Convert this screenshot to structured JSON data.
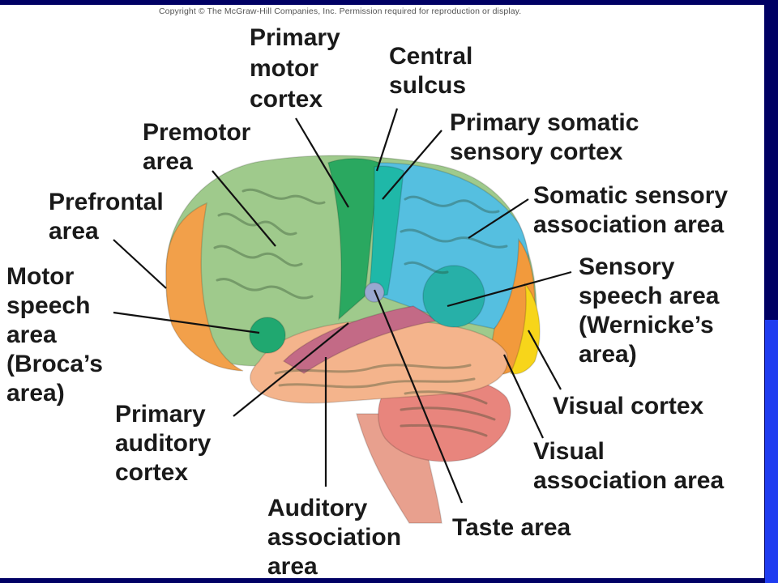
{
  "copyright": "Copyright © The McGraw-Hill Companies, Inc. Permission required for reproduction or display.",
  "labels": {
    "primary_motor_cortex": [
      "Primary",
      "motor",
      "cortex"
    ],
    "central_sulcus": [
      "Central",
      "sulcus"
    ],
    "premotor_area": [
      "Premotor",
      "area"
    ],
    "primary_somatic_sensory_cortex": [
      "Primary somatic",
      "sensory cortex"
    ],
    "prefrontal_area": [
      "Prefrontal",
      "area"
    ],
    "somatic_sensory_association_area": [
      "Somatic sensory",
      "association area"
    ],
    "motor_speech_area": [
      "Motor",
      "speech",
      "area",
      "(Broca’s",
      "area)"
    ],
    "sensory_speech_area": [
      "Sensory",
      "speech area",
      "(Wernicke’s",
      "area)"
    ],
    "visual_cortex": [
      "Visual cortex"
    ],
    "primary_auditory_cortex": [
      "Primary",
      "auditory",
      "cortex"
    ],
    "visual_association_area": [
      "Visual",
      "association area"
    ],
    "auditory_association_area": [
      "Auditory",
      "association",
      "area"
    ],
    "taste_area": [
      "Taste area"
    ]
  },
  "colors": {
    "prefrontal": "#f2a04a",
    "premotor": "#9fca8c",
    "primary_motor": "#2aa860",
    "somatic_sensory": "#55bfe0",
    "central_teal": "#1fb8a8",
    "wernicke": "#27b0a8",
    "visual_assoc": "#f29a3c",
    "visual_cortex": "#f7d51a",
    "temporal": "#f4b48c",
    "auditory_strip": "#c36a86",
    "cerebellum": "#e8857d",
    "brainstem": "#e8a08e",
    "broca": "#20a870",
    "leader_line": "#111111"
  }
}
